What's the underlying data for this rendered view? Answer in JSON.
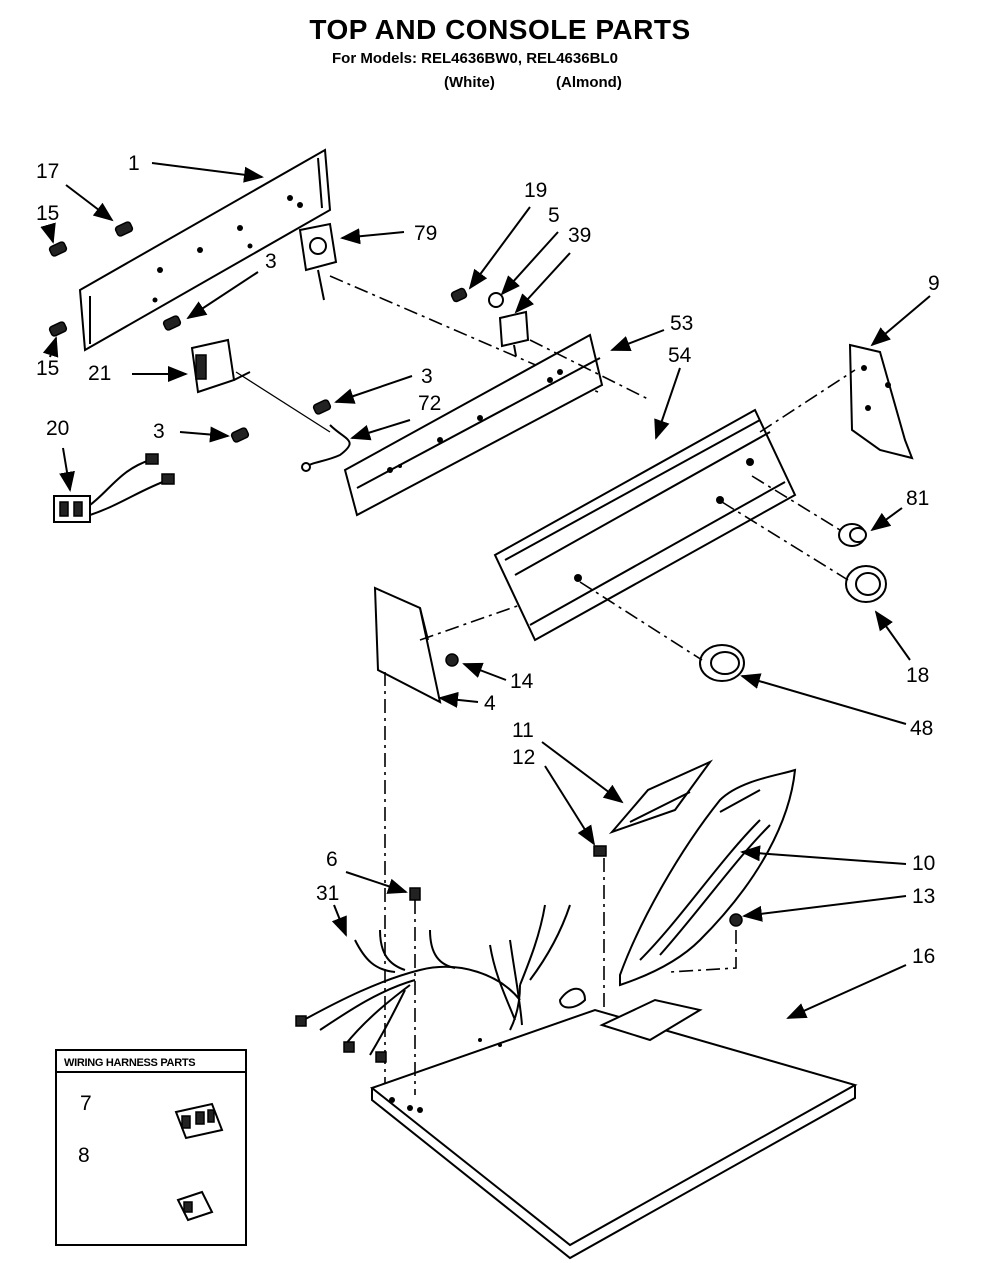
{
  "header": {
    "title": "TOP AND CONSOLE PARTS",
    "models_line": "For Models: REL4636BW0, REL4636BL0",
    "variant_white": "(White)",
    "variant_almond": "(Almond)"
  },
  "callouts": {
    "c1": "1",
    "c17": "17",
    "c15a": "15",
    "c15b": "15",
    "c21": "21",
    "c20": "20",
    "c3a": "3",
    "c3b": "3",
    "c3c": "3",
    "c79": "79",
    "c72": "72",
    "c19": "19",
    "c5": "5",
    "c39": "39",
    "c53": "53",
    "c54": "54",
    "c9": "9",
    "c81": "81",
    "c18": "18",
    "c48": "48",
    "c14": "14",
    "c4": "4",
    "c11": "11",
    "c12": "12",
    "c10": "10",
    "c13": "13",
    "c16": "16",
    "c6": "6",
    "c31": "31"
  },
  "wiring_box": {
    "title": "WIRING HARNESS PARTS",
    "c7": "7",
    "c8": "8"
  }
}
